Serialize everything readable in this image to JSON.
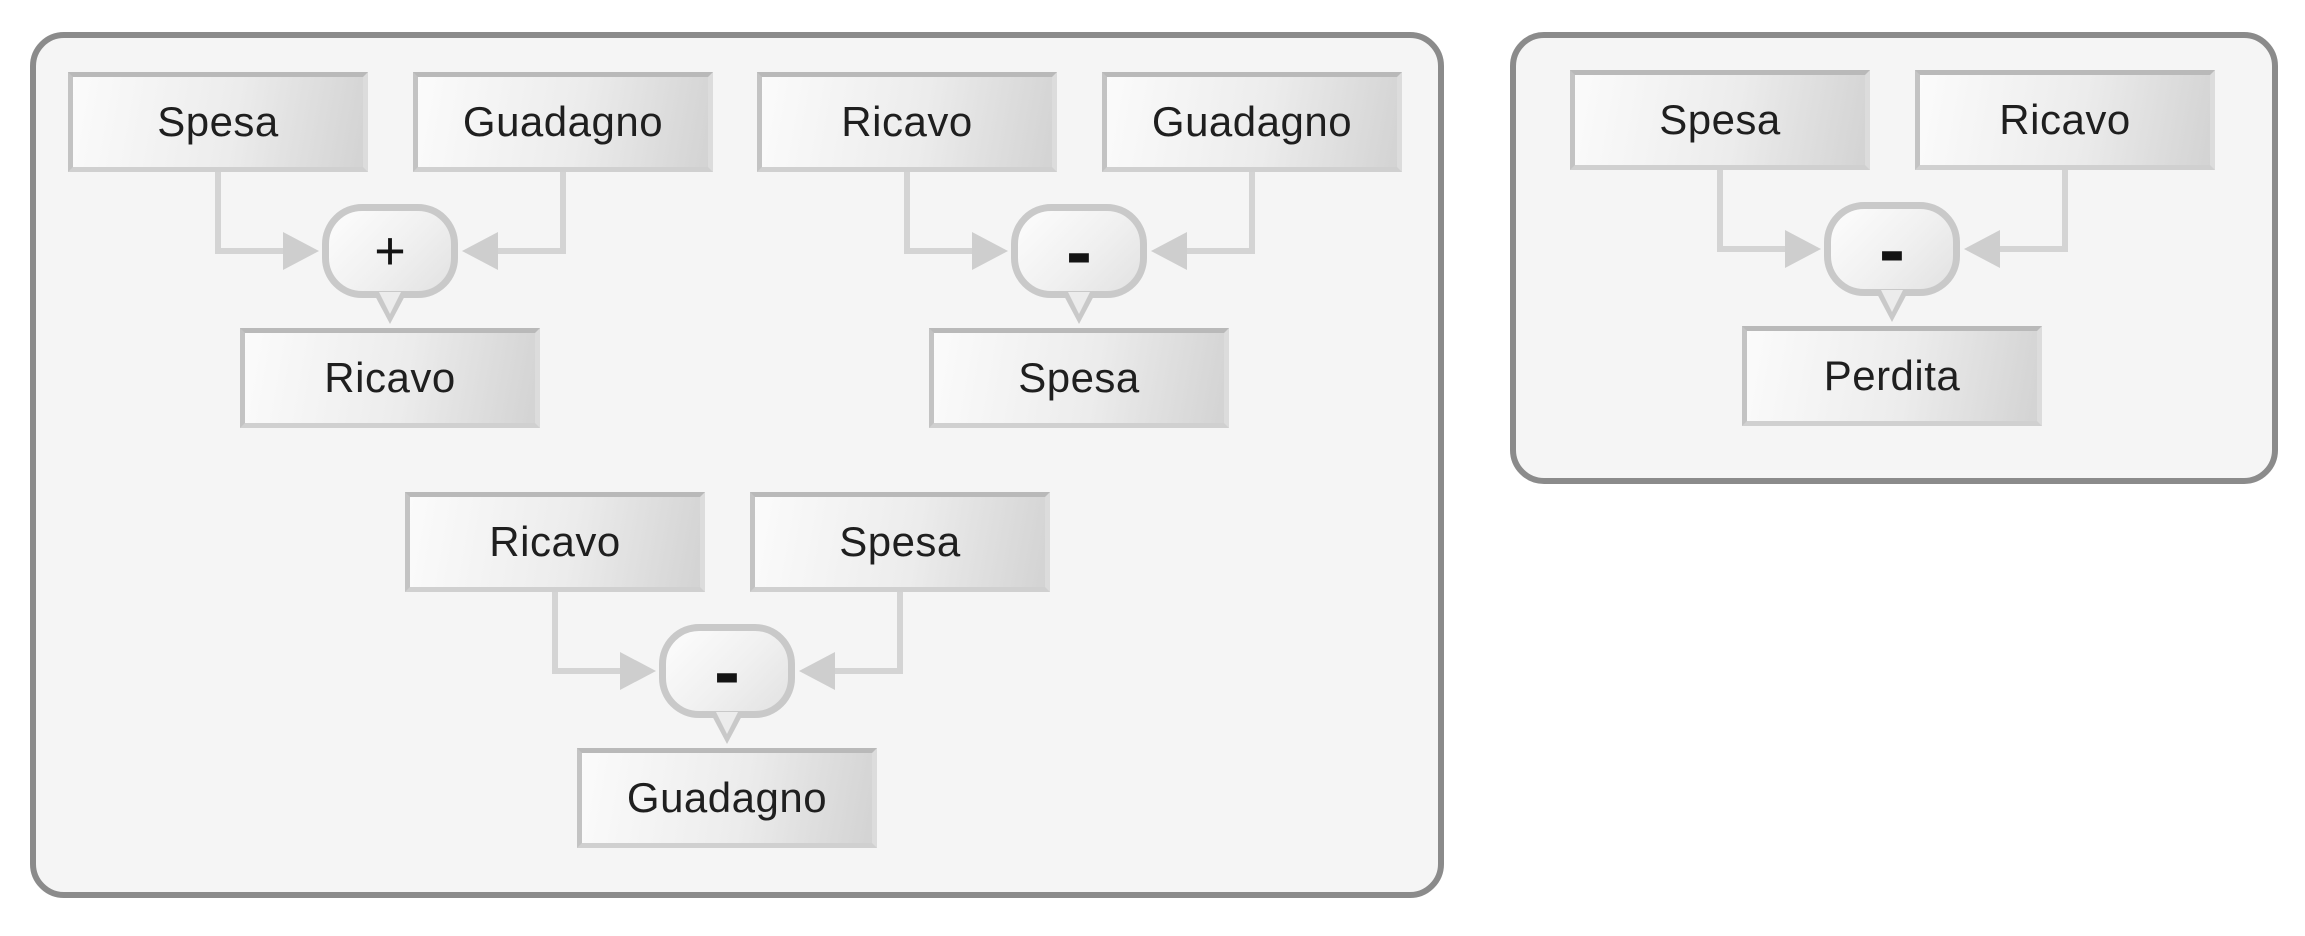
{
  "colors": {
    "page_background": "#ffffff",
    "panel_background": "#f5f5f5",
    "panel_border": "#8b8b8b",
    "box_gradient_start": "#fbfbfb",
    "box_gradient_end": "#d3d3d3",
    "connector": "#d4d4d4",
    "arrowhead": "#cecece",
    "operator_border": "#c9c9c9",
    "text": "#1f1f1f"
  },
  "panels": [
    {
      "name": "left-panel",
      "diagram_count": 3
    },
    {
      "name": "right-panel",
      "diagram_count": 1
    }
  ],
  "diagrams": [
    {
      "left_label": "Spesa",
      "right_label": "Guadagno",
      "operator": "+",
      "result_label": "Ricavo"
    },
    {
      "left_label": "Ricavo",
      "right_label": "Guadagno",
      "operator": "-",
      "result_label": "Spesa"
    },
    {
      "left_label": "Ricavo",
      "right_label": "Spesa",
      "operator": "-",
      "result_label": "Guadagno"
    },
    {
      "left_label": "Spesa",
      "right_label": "Ricavo",
      "operator": "-",
      "result_label": "Perdita"
    }
  ]
}
